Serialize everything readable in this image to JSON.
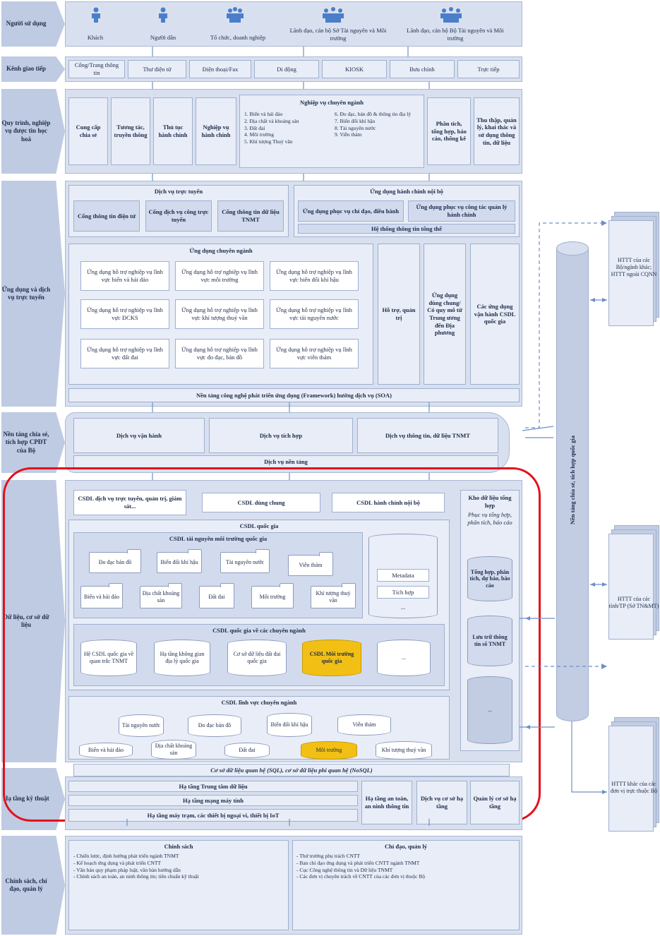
{
  "rows": {
    "users": "Người sử dụng",
    "channels": "Kênh giao tiếp",
    "processes": "Quy trình, nghiệp vụ được tin học hoá",
    "apps": "Ứng dụng và dịch vụ trực tuyến",
    "platform": "Nền tảng chia sẻ, tích hợp CPĐT của Bộ",
    "data": "Dữ liệu, cơ sở dữ liệu",
    "infra": "Hạ tầng kỹ thuật",
    "policy": "Chính sách, chỉ đạo, quản lý"
  },
  "users": [
    "Khách",
    "Người dân",
    "Tổ chức, doanh nghiệp",
    "Lãnh đạo, cán bộ Sở Tài nguyên và Môi trường",
    "Lãnh đạo, cán bộ Bộ Tài nguyên và Môi trường"
  ],
  "channels": [
    "Cổng/Trang thông tin",
    "Thư điện tử",
    "Điện thoại/Fax",
    "Di động",
    "KIOSK",
    "Bưu chính",
    "Trực tiếp"
  ],
  "processes": {
    "provide": "Cung cấp chia sẻ",
    "interact": "Tương tác, truyền thông",
    "admin": "Thủ tục hành chính",
    "admin_ops": "Nghiệp vụ hành chính",
    "domain_title": "Nghiệp vụ chuyên ngành",
    "domain_col1": "1. Biển và hải đảo\n2. Địa chất và khoáng sản\n3. Đất đai\n4. Môi trường\n5. Khí tượng Thuỷ văn",
    "domain_col2": "6. Đo đạc, bản đồ & thông tin địa lý\n7. Biến đổi khí hậu\n8. Tài nguyên nước\n9. Viễn thám",
    "analysis": "Phân tích, tổng hợp, báo cáo, thống kê",
    "collect": "Thu thập, quản lý, khai thác và sử dụng thông tin, dữ liệu"
  },
  "apps": {
    "online_title": "Dịch vụ trực tuyến",
    "online": [
      "Cổng thông tin điện tử",
      "Cổng dịch vụ công trực tuyến",
      "Cổng thông tin dữ liệu TNMT"
    ],
    "internal_title": "Ứng dụng hành chính nội bộ",
    "internal": [
      "Ứng dụng phục vụ chỉ đạo, điều hành",
      "Ứng dụng phục vụ công tác quản lý hành chính"
    ],
    "internal_system": "Hệ thống thông tin tổng thể",
    "domain_title": "Ứng dụng chuyên ngành",
    "domain": [
      "Ứng dụng hỗ trợ nghiệp vụ lĩnh vực biển và hải đảo",
      "Ứng dụng hỗ trợ nghiệp vụ lĩnh vực môi trường",
      "Ứng dụng hỗ trợ nghiệp vụ lĩnh vực biến đổi khí hậu",
      "Ứng dụng hỗ trợ nghiệp vụ lĩnh vực ĐCKS",
      "Ứng dụng hỗ trợ nghiệp vụ lĩnh vực khí tượng thuỷ văn",
      "Ứng dụng hỗ trợ nghiệp vụ lĩnh vực tài nguyên nước",
      "Ứng dụng hỗ trợ nghiệp vụ lĩnh vực đất đai",
      "Ứng dụng hỗ trợ nghiệp vụ lĩnh vực đo đạc, bản đồ",
      "Ứng dụng hỗ trợ nghiệp vụ lĩnh vực viễn thám"
    ],
    "support": "Hỗ trợ, quản trị",
    "shared": "Ứng dụng dùng chung/ Có quy mô từ Trung ương đến Địa phương",
    "national": "Các ứng dụng vận hành CSDL quốc gia",
    "framework": "Nền tảng công nghệ phát triển ứng dụng (Framework) hướng dịch vụ (SOA)"
  },
  "platform": {
    "ops": "Dịch vụ vận hành",
    "integration": "Dịch vụ tích hợp",
    "info": "Dịch vụ thông tin, dữ liệu TNMT",
    "base": "Dịch vụ nền tảng"
  },
  "data": {
    "top": [
      "CSDL dịch vụ trực tuyến, quản trị, giám sát...",
      "CSDL dùng chung",
      "CSDL hành chính nội bộ"
    ],
    "national_title": "CSDL quốc gia",
    "tnmt_title": "CSDL tài nguyên môi trường quốc gia",
    "tnmt": [
      "Đo đạc bản đồ",
      "Biến đổi khí hậu",
      "Tài nguyên nước",
      "Viễn thám",
      "Biển và hải đảo",
      "Địa chất khoáng sản",
      "Đất đai",
      "Môi trường",
      "Khí tượng thuỷ văn"
    ],
    "metadata": "Metadata",
    "integrated": "Tích hợp",
    "ellipsis": "...",
    "domain_nat_title": "CSDL quốc gia về các chuyên ngành",
    "domain_nat": [
      "Hệ CSDL quốc gia về quan trắc TNMT",
      "Hạ tầng không gian địa lý quốc gia",
      "Cơ sở dữ liệu đất đai quốc gia",
      "CSDL Môi trường quốc gia",
      "..."
    ],
    "sector_title": "CSDL lĩnh vực chuyên ngành",
    "sector": [
      "Tài nguyên nước",
      "Đo đạc bản đồ",
      "Biến đổi khí hậu",
      "Viễn thám",
      "Biển và hải đảo",
      "Địa chất khoáng sản",
      "Đất đai",
      "Môi trường",
      "Khí tượng thuỷ văn"
    ],
    "warehouse_title": "Kho dữ liệu tổng hợp",
    "warehouse_sub": "Phục vụ tổng hợp, phân tích, báo cáo",
    "summary": "Tổng hợp, phân tích, dự báo, báo cáo",
    "archive": "Lưu trữ thông tin số TNMT",
    "relational": "Cơ sở dữ liệu quan hệ (SQL), cơ sở dữ liệu phi quan hệ (NoSQL)"
  },
  "infra": {
    "dc": "Hạ tầng Trung tâm dữ liệu",
    "network": "Hạ tầng mạng máy tính",
    "workstation": "Hạ tầng máy trạm, các thiết bị ngoại vi, thiết bị IoT",
    "security": "Hạ tầng an toàn, an ninh thông tin",
    "service": "Dịch vụ cơ sở hạ tầng",
    "manage": "Quản lý cơ sở hạ tầng"
  },
  "policy": {
    "left_title": "Chính sách",
    "left_items": "- Chiến lược, định hướng phát triển ngành TNMT\n- Kế hoạch ứng dụng và phát triển CNTT\n- Văn bản quy phạm pháp luật, văn bản hướng dẫn\n- Chính sách an toàn, an ninh thông tin; tiêu chuẩn kỹ thuật",
    "right_title": "Chỉ đạo, quản lý",
    "right_items": "- Thứ trưởng phụ trách CNTT\n- Ban chỉ đạo ứng dụng và phát triển CNTT ngành TNMT\n- Cục Công nghệ thông tin và Dữ liệu TNMT\n- Các đơn vị chuyên trách về CNTT của các đơn vị thuộc Bộ"
  },
  "national_platform": "Nền tảng chia sẻ, tích hợp quốc gia",
  "external": [
    "HTTT của các Bộ/ngành khác; HTTT ngoài CQNN",
    "HTTT của các tỉnh/TP (Sở TN&MT)",
    "HTTT khác của các đơn vị trực thuộc Bộ"
  ],
  "colors": {
    "highlight": "#e3101a",
    "accent": "#f2c014",
    "band": "#d8e0f0",
    "side": "#bfcbe2"
  }
}
